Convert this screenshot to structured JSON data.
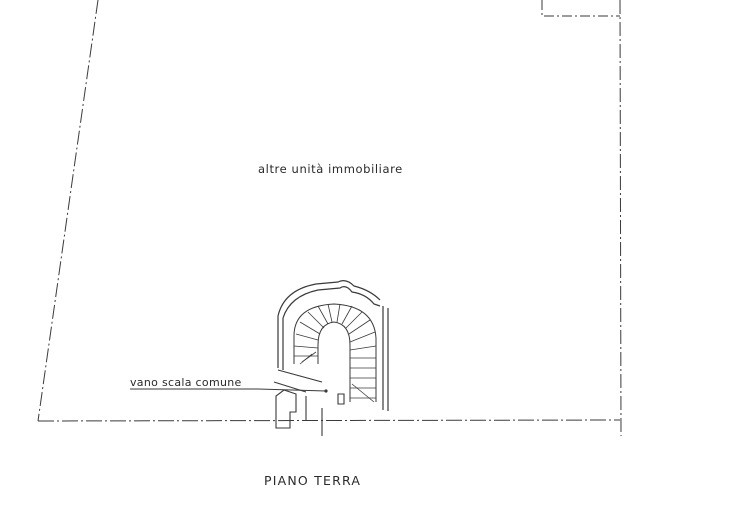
{
  "drawing": {
    "room_label": "altre unità immobiliare",
    "stair_label": "vano scala comune",
    "floor_title": "PIANO TERRA"
  },
  "colors": {
    "line": "#3a3a3a",
    "paper": "#ffffff"
  }
}
